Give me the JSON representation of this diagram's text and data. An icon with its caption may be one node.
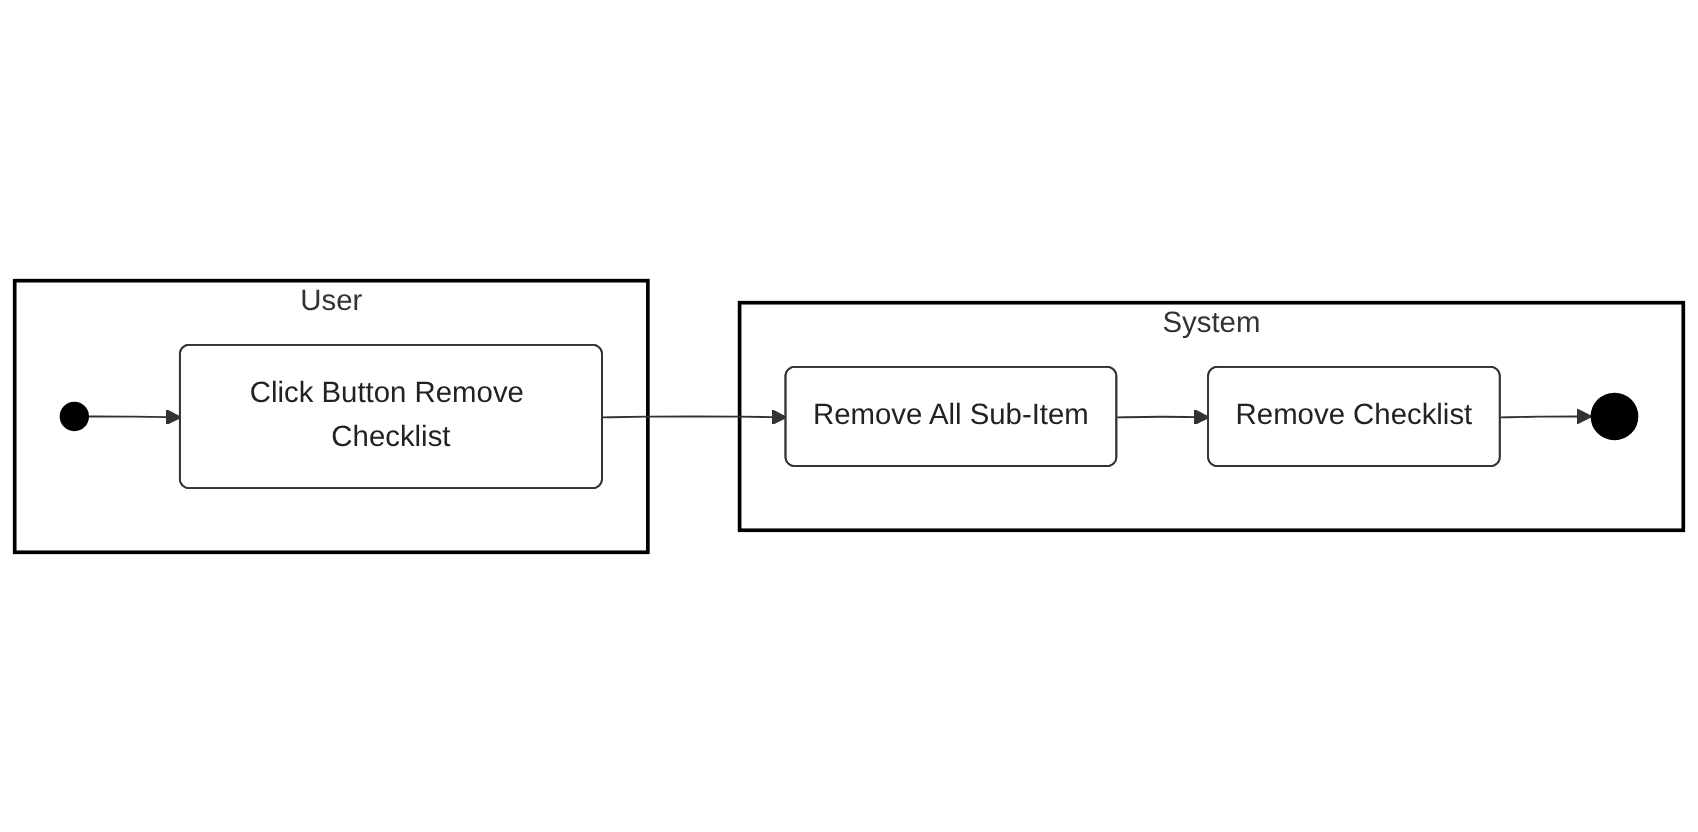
{
  "diagram": {
    "nodes": [
      {
        "text": [
          "User"
        ]
      },
      {
        "text": [
          "System"
        ]
      },
      {
        "text": [],
        "shape": "circle",
        "in": 0
      },
      {
        "text": [
          "Click Button Remove Checklist"
        ],
        "in": 0
      },
      {
        "text": [
          "Remove All Sub-Item"
        ],
        "in": 1
      },
      {
        "text": [
          "Remove Checklist"
        ],
        "in": 1
      },
      {
        "text": [],
        "shape": "bullseye",
        "in": 1
      }
    ],
    "edges": [
      {
        "from": 2,
        "to": 3,
        "arrow": "to"
      },
      {
        "from": 3,
        "to": 4,
        "arrow": "to"
      },
      {
        "from": 4,
        "to": 5,
        "arrow": "to"
      },
      {
        "from": 5,
        "to": 6,
        "arrow": "to"
      }
    ]
  }
}
